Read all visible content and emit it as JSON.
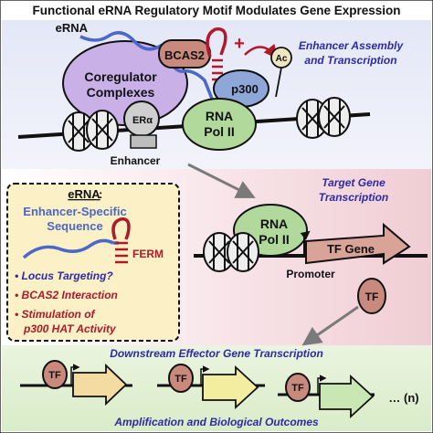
{
  "title": "Functional eRNA Regulatory Motif Modulates Gene Expression",
  "panel_top": {
    "erna_label": "eRNA",
    "bcas2": "BCAS2",
    "plus": "+",
    "p300": "p300",
    "ac": "Ac",
    "coregulator_line1": "Coregulator",
    "coregulator_line2": "Complexes",
    "er_alpha": "ERα",
    "rnapol_line1": "RNA",
    "rnapol_line2": "Pol II",
    "enhancer": "Enhancer",
    "heading_line1": "Enhancer Assembly",
    "heading_line2": "and Transcription"
  },
  "erna_box": {
    "title": "eRNA",
    "title_suffix": ":",
    "seq_line1": "Enhancer-Specific",
    "seq_line2": "Sequence",
    "ferm": "FERM",
    "bullet1": "• Locus Targeting?",
    "bullet2": "• BCAS2 Interaction",
    "bullet3_line1": "• Stimulation of",
    "bullet3_line2": "p300 HAT Activity"
  },
  "panel_mid": {
    "heading_line1": "Target Gene",
    "heading_line2": "Transcription",
    "rnapol_line1": "RNA",
    "rnapol_line2": "Pol II",
    "tf_gene": "TF Gene",
    "promoter": "Promoter",
    "tf": "TF"
  },
  "panel_bottom": {
    "heading": "Downstream Effector Gene Transcription",
    "tf1": "TF",
    "tf2": "TF",
    "tf3": "TF",
    "ellipsis": "… (n)",
    "footer": "Amplification and Biological Outcomes"
  },
  "colors": {
    "coregulator": "#c9b1e8",
    "bcas2": "#c98a7d",
    "p300": "#8fa6d8",
    "rnapol": "#b2d99c",
    "tf": "#c98a7d",
    "stem_loop": "#b0192a",
    "rna_strand": "#4a67c9",
    "heading": "#2d2aa8",
    "bullet": "#b0192a",
    "arrow1": "#f4dba0",
    "arrow2": "#f3ee9f",
    "arrow3": "#c9e7b2",
    "tf_gene_arrow": "#d9a497"
  }
}
